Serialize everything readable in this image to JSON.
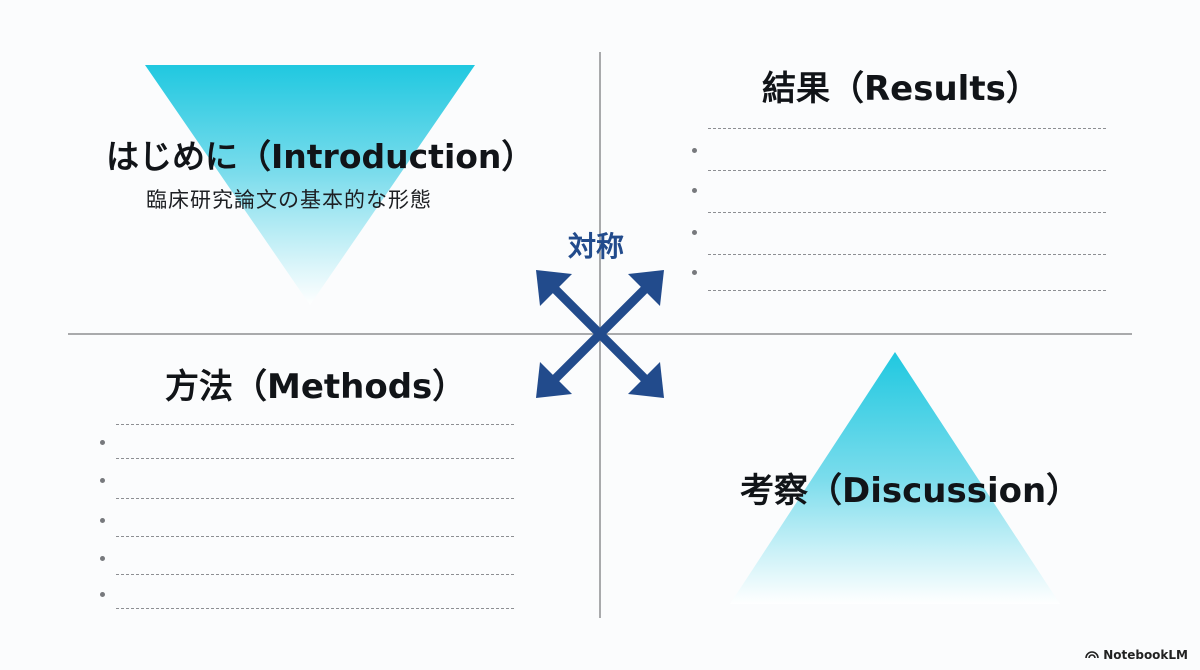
{
  "quadrants": {
    "introduction": {
      "heading": "はじめに（Introduction）",
      "subtitle": "臨床研究論文の基本的な形態",
      "shape": "inverted-triangle"
    },
    "results": {
      "heading": "結果（Results）",
      "bullet_count_label": "",
      "shape": "dashed-lines"
    },
    "methods": {
      "heading": "方法（Methods）",
      "shape": "dashed-lines"
    },
    "discussion": {
      "heading": "考察（Discussion）",
      "shape": "triangle"
    }
  },
  "center": {
    "label": "対称",
    "icon": "cross-arrows-icon"
  },
  "branding": {
    "label": "NotebookLM",
    "icon": "notebooklm-logo-icon"
  },
  "colors": {
    "triangle_top": "#25c9e0",
    "triangle_fade": "#ffffff",
    "arrow": "#224b8c",
    "axis": "#a9aaac",
    "dash": "#8d8f93",
    "text": "#111418"
  }
}
